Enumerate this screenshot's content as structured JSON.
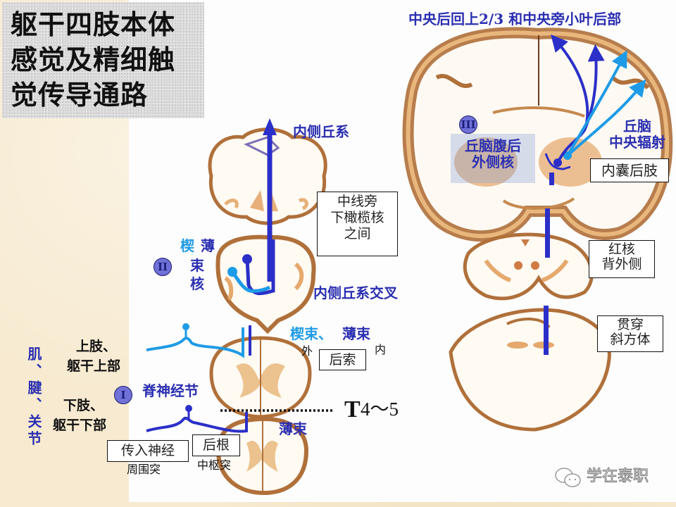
{
  "title": {
    "lines": [
      "躯干四肢本体",
      "感觉及精细触",
      "觉传导通路"
    ]
  },
  "labels": {
    "cortex_target": "中央后回上2/3 和中央旁小叶后部",
    "thalamus_nucleus_line1": "丘脑腹后",
    "thalamus_nucleus_line2": "外侧核",
    "thalamocortical_line1": "丘脑",
    "thalamocortical_line2": "中央辐射",
    "internal_capsule": "内囊后肢",
    "medial_lemniscus": "内侧丘系",
    "olive_box_line1": "中线旁",
    "olive_box_line2": "下橄榄核",
    "olive_box_line3": "之间",
    "red_nucleus_line1": "红核",
    "red_nucleus_line2": "背外侧",
    "trapezoid_line1": "贯穿",
    "trapezoid_line2": "斜方体",
    "cuneate_nucleus_left": "楔",
    "gracile_nucleus_right": "薄",
    "nucleus_suffix_1": "束",
    "nucleus_suffix_2": "核",
    "decussation": "内侧丘系交叉",
    "fasciculi_cuneate": "楔束、",
    "fasciculi_gracile": "薄束",
    "lateral": "外",
    "medial": "内",
    "posterior_funiculus": "后索",
    "receptors_vertical": "肌、腱、关节",
    "upper_limb_line1": "上肢、",
    "upper_limb_line2": "躯干上部",
    "lower_limb_line1": "下肢、",
    "lower_limb_line2": "躯干下部",
    "spinal_ganglion": "脊神经节",
    "afferent_nerve": "传入神经",
    "peripheral_process": "周围突",
    "posterior_root": "后根",
    "central_process": "中枢突",
    "gracile_fasciculus": "薄束",
    "level_T": "T",
    "level_range": "4～5"
  },
  "neurons": {
    "first": "I",
    "second": "II",
    "third": "III"
  },
  "watermark": {
    "icon": "wechat-icon",
    "text": "学在泰职"
  },
  "colors": {
    "pathway_dark_blue": "#2b2fc8",
    "pathway_light_blue": "#1e9be6",
    "label_blue": "#2b2fb0",
    "tissue_brown": "#b0703a",
    "tissue_light": "#e9b77c",
    "background": "#f7ead0"
  }
}
